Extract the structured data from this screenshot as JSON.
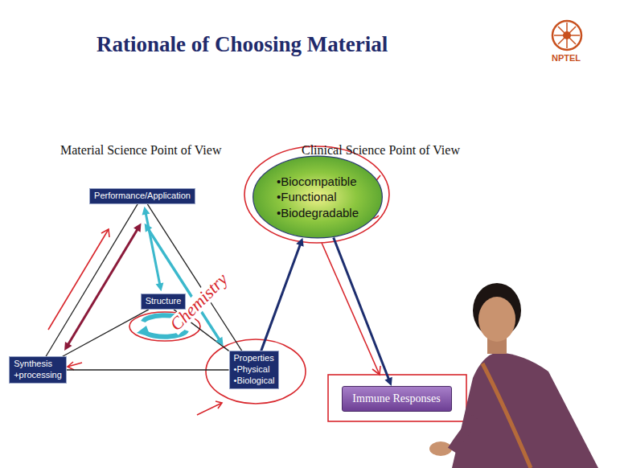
{
  "diagram": {
    "title": "Rationale of Choosing Material",
    "nodes": [
      {
        "text": [
          "Performance/Application"
        ]
      },
      {
        "text": [
          "Structure"
        ]
      },
      {
        "text": [
          "Synthesis +processing"
        ]
      },
      {
        "text": [
          "Properties",
          "•Physical",
          "•Biological"
        ]
      },
      {
        "text": [
          "•Biocompatible",
          "•Functional",
          "•Biodegradable"
        ]
      },
      {
        "text": [
          "Immune Responses"
        ]
      }
    ],
    "edges": [
      {
        "from": 0,
        "to": 2,
        "arrow": "none"
      },
      {
        "from": 0,
        "to": 3,
        "arrow": "none"
      },
      {
        "from": 2,
        "to": 3,
        "arrow": "none"
      },
      {
        "from": 1,
        "to": 2,
        "arrow": "none"
      },
      {
        "from": 1,
        "to": 3,
        "arrow": "none"
      },
      {
        "from": 0,
        "to": 1,
        "arrow": "both"
      },
      {
        "from": 2,
        "to": 0,
        "arrow": "both"
      },
      {
        "from": 3,
        "to": 0,
        "arrow": "both"
      },
      {
        "from": 3,
        "to": 4,
        "arrow": "to"
      },
      {
        "from": 4,
        "to": 5,
        "arrow": "to"
      }
    ],
    "labels": [
      "Material Science Point of View",
      "Clinical Science Point of View",
      "NPTEL",
      "Chemistry"
    ]
  }
}
